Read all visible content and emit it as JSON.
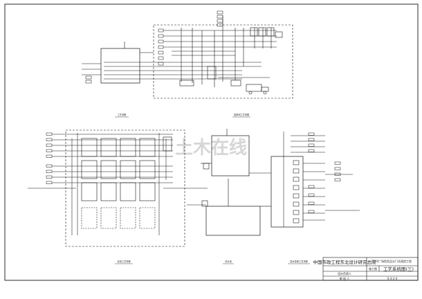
{
  "title_block": {
    "company": "中国市政工程东北设计研究总院",
    "project": "时代广场危险品分门式改造工程",
    "drawing_title": "工艺系统图(三)",
    "stage": "施工图",
    "row1": "设计负责人",
    "row2": "审  核  人",
    "drawing_no": "S-3-2-4"
  },
  "captions": {
    "top_left": "工艺流程",
    "top_right": "加药间工艺流程",
    "bottom_left": "滤池工艺流程",
    "bottom_center": "清水池",
    "bottom_right": "送水泵房工艺流程"
  },
  "watermark": "土木在线",
  "colors": {
    "line": "#111111",
    "paper": "#ffffff",
    "watermark": "#d6d6d6"
  }
}
